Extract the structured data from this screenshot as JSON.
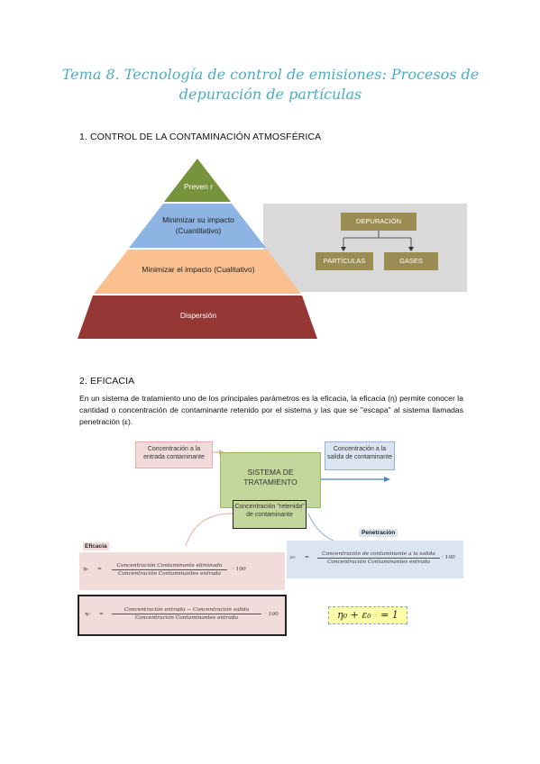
{
  "title": "Tema 8. Tecnología de control de emisiones: Procesos de depuración de partículas",
  "section1": {
    "heading": "1. CONTROL DE LA CONTAMINACIÓN ATMOSFÉRICA",
    "pyramid": {
      "level1": "Preven r",
      "level2": "Minimizar su impacto (Cuantitativo)",
      "level3": "Minimizar el impacto (Cualitativo)",
      "level4": "Dispersión"
    },
    "depuracion": {
      "root": "DEPURACIÓN",
      "left": "PARTÍCULAS",
      "right": "GASES"
    },
    "colors": {
      "green": "#77933c",
      "blue": "#8eb4e3",
      "peach": "#fac090",
      "red": "#953735",
      "panel": "#d9d9d9",
      "olive": "#9b8c53"
    }
  },
  "section2": {
    "heading": "2. EFICACIA",
    "paragraph": "En un sistema de tratamiento uno de los principales parámetros es la eficacia, la eficacia (η) permite conocer la cantidad o concentración de contaminante retenido por el sistema y las que se \"escapa\" al sistema llamadas penetración (ε).",
    "diagram": {
      "input_box": "Concentración a la entrada contaminante",
      "system_box": "SISTEMA DE TRATAMIENTO",
      "output_box": "Concentración a la salida de contaminante",
      "retained_box": "Concentración \"retenida\" de contaminante",
      "eficacia_tag": "Eficacia",
      "penetracion_tag": "Penetración",
      "eta1_symbol": "η₀",
      "eta1_num": "Concentración Contaminante  eliminada",
      "eta1_den": "Concentración Contaminantes  entrada",
      "eta1_factor": "· 100",
      "eta2_symbol": "η₀",
      "eta2_num": "Concentración entrada   −   Concentración salida",
      "eta2_den": "Concentración Contaminantes  entrada",
      "eta2_factor": "· 100",
      "eps_symbol": "ε₀",
      "eps_num": "Concentración de contaminante a la salida",
      "eps_den": "Concentración Contaminantes  entrada",
      "eps_factor": "· 100",
      "sum_formula": "η₀ + ε₀   = 1",
      "equals": "="
    }
  }
}
